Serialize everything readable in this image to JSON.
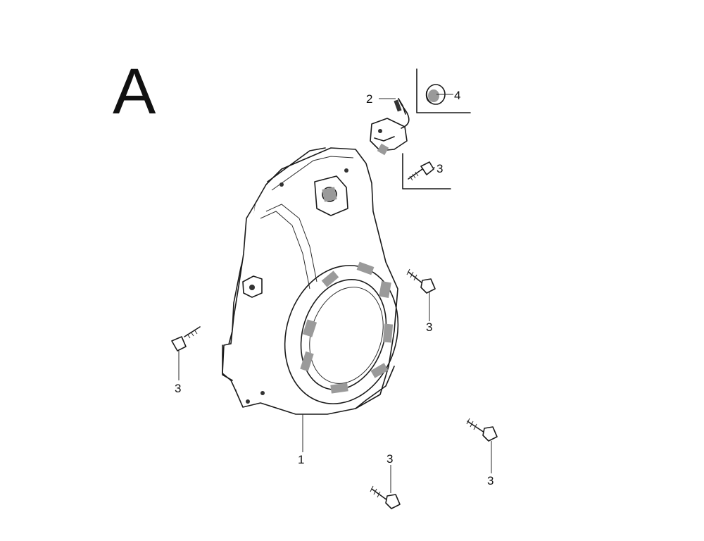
{
  "diagram": {
    "view_letter": "A",
    "callouts": {
      "fan_housing": "1",
      "stop_switch_wire": "2",
      "bolt_switch": "3",
      "grommet": "4",
      "bolt_right_upper": "3",
      "bolt_left": "3",
      "bolt_bottom_center": "3",
      "bolt_bottom_right": "3"
    }
  }
}
